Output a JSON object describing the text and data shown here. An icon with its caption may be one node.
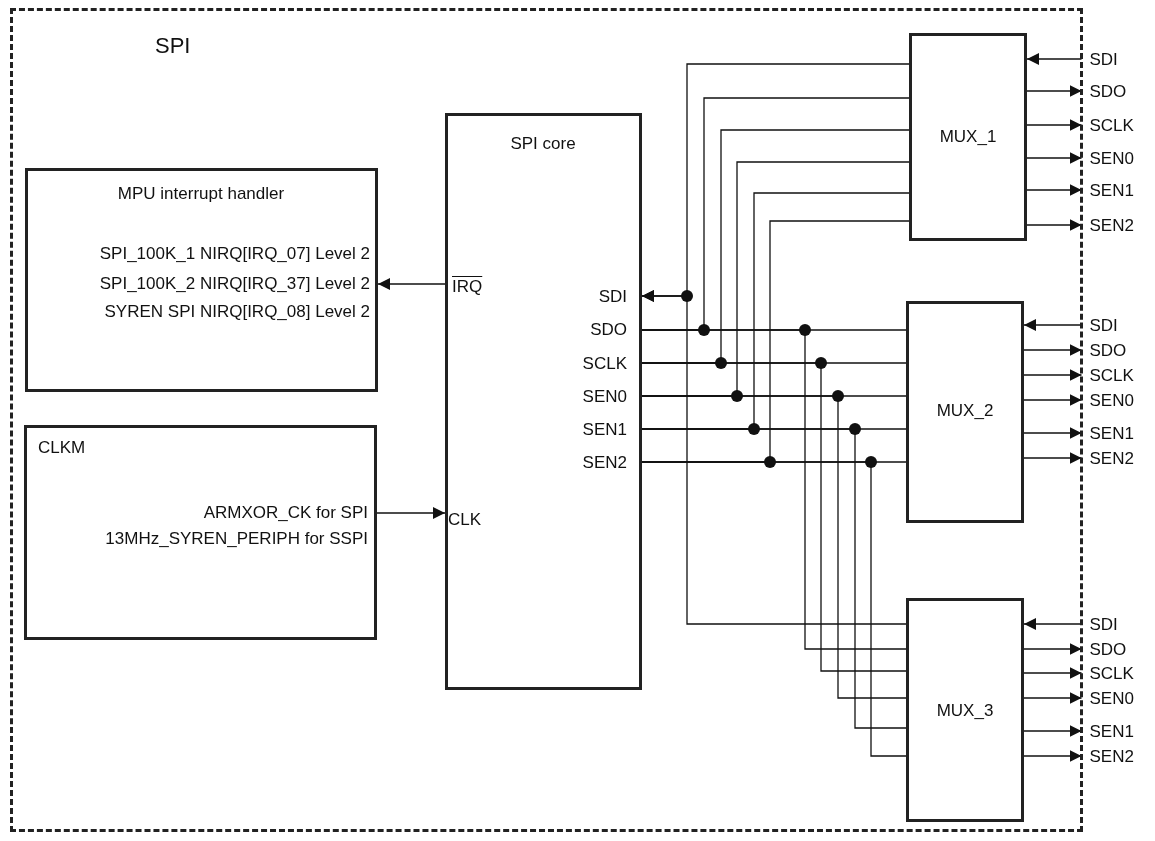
{
  "diagram": {
    "nodes": [
      {
        "text": [
          "SPI"
        ]
      },
      {
        "text": [
          "MPU interrupt handler",
          "SPI_100K_1 NIRQ[IRQ_07] Level 2",
          "SPI_100K_2 NIRQ[IRQ_37] Level 2",
          "SYREN SPI NIRQ[IRQ_08] Level 2"
        ],
        "in": 0
      },
      {
        "text": [
          "CLKM",
          "ARMXOR_CK for SPI",
          "13MHz_SYREN_PERIPH for SSPI"
        ],
        "in": 0
      },
      {
        "text": [
          "SPI core",
          "IRQ",
          "CLK",
          "SDI",
          "SDO",
          "SCLK",
          "SEN0",
          "SEN1",
          "SEN2"
        ],
        "in": 0
      },
      {
        "text": [
          "MUX_1"
        ],
        "in": 0
      },
      {
        "text": [
          "MUX_2"
        ],
        "in": 0
      },
      {
        "text": [
          "MUX_3"
        ],
        "in": 0
      }
    ],
    "edges": [
      {
        "from": 3,
        "to": 1,
        "arrow": "to"
      },
      {
        "from": 2,
        "to": 3,
        "arrow": "to"
      },
      {
        "from": 4,
        "to": 3,
        "arrow": "to"
      },
      {
        "from": 3,
        "to": 4,
        "arrow": "none"
      },
      {
        "from": 3,
        "to": 4,
        "arrow": "none"
      },
      {
        "from": 3,
        "to": 4,
        "arrow": "none"
      },
      {
        "from": 3,
        "to": 4,
        "arrow": "none"
      },
      {
        "from": 3,
        "to": 4,
        "arrow": "none"
      },
      {
        "from": 3,
        "to": 5,
        "arrow": "none"
      },
      {
        "from": 3,
        "to": 5,
        "arrow": "none"
      },
      {
        "from": 3,
        "to": 5,
        "arrow": "none"
      },
      {
        "from": 3,
        "to": 5,
        "arrow": "none"
      },
      {
        "from": 3,
        "to": 5,
        "arrow": "none"
      },
      {
        "from": 6,
        "to": 3,
        "arrow": "to"
      },
      {
        "from": 3,
        "to": 6,
        "arrow": "none"
      },
      {
        "from": 3,
        "to": 6,
        "arrow": "none"
      },
      {
        "from": 3,
        "to": 6,
        "arrow": "none"
      },
      {
        "from": 3,
        "to": 6,
        "arrow": "none"
      },
      {
        "from": 3,
        "to": 6,
        "arrow": "none"
      },
      {
        "from": null,
        "to": 4,
        "arrow": "to",
        "label": "SDI"
      },
      {
        "from": 4,
        "to": null,
        "arrow": "to",
        "label": "SDO"
      },
      {
        "from": 4,
        "to": null,
        "arrow": "to",
        "label": "SCLK"
      },
      {
        "from": 4,
        "to": null,
        "arrow": "to",
        "label": "SEN0"
      },
      {
        "from": 4,
        "to": null,
        "arrow": "to",
        "label": "SEN1"
      },
      {
        "from": 4,
        "to": null,
        "arrow": "to",
        "label": "SEN2"
      },
      {
        "from": null,
        "to": 5,
        "arrow": "to",
        "label": "SDI"
      },
      {
        "from": 5,
        "to": null,
        "arrow": "to",
        "label": "SDO"
      },
      {
        "from": 5,
        "to": null,
        "arrow": "to",
        "label": "SCLK"
      },
      {
        "from": 5,
        "to": null,
        "arrow": "to",
        "label": "SEN0"
      },
      {
        "from": 5,
        "to": null,
        "arrow": "to",
        "label": "SEN1"
      },
      {
        "from": 5,
        "to": null,
        "arrow": "to",
        "label": "SEN2"
      },
      {
        "from": null,
        "to": 6,
        "arrow": "to",
        "label": "SDI"
      },
      {
        "from": 6,
        "to": null,
        "arrow": "to",
        "label": "SDO"
      },
      {
        "from": 6,
        "to": null,
        "arrow": "to",
        "label": "SCLK"
      },
      {
        "from": 6,
        "to": null,
        "arrow": "to",
        "label": "SEN0"
      },
      {
        "from": 6,
        "to": null,
        "arrow": "to",
        "label": "SEN1"
      },
      {
        "from": 6,
        "to": null,
        "arrow": "to",
        "label": "SEN2"
      }
    ]
  }
}
